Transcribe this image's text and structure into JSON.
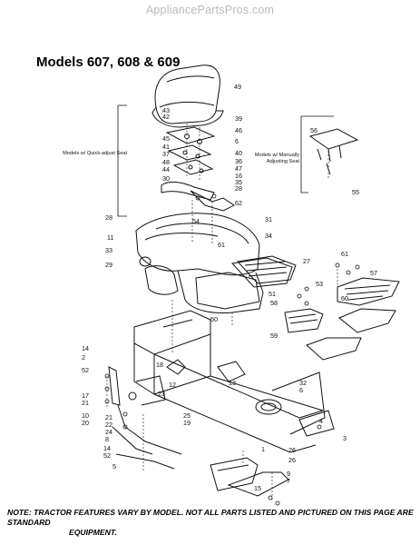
{
  "watermark": "AppliancePartsPros.com",
  "title": "Models 607, 608 & 609",
  "callouts": {
    "quick_adjust": "Models w/ Quick-adjust Seat",
    "manual_adjust_1": "Models w/ Manually",
    "manual_adjust_2": "Adjusting Seat"
  },
  "part_numbers": [
    "49",
    "43",
    "42",
    "39",
    "46",
    "6",
    "45",
    "41",
    "37",
    "48",
    "44",
    "40",
    "36",
    "47",
    "16",
    "35",
    "28",
    "30",
    "62",
    "55",
    "56",
    "28",
    "11",
    "33",
    "29",
    "31",
    "34",
    "61",
    "27",
    "57",
    "61",
    "53",
    "51",
    "60",
    "58",
    "59",
    "50",
    "14",
    "2",
    "52",
    "17",
    "21",
    "10",
    "20",
    "21",
    "22",
    "24",
    "8",
    "14",
    "52",
    "5",
    "18",
    "23",
    "25",
    "19",
    "32",
    "6",
    "4",
    "3",
    "1",
    "26",
    "15",
    "9",
    "7",
    "54",
    "12",
    "13",
    "26"
  ],
  "note_line1": "NOTE: TRACTOR FEATURES VARY BY MODEL. NOT ALL PARTS LISTED AND PICTURED ON THIS PAGE ARE STANDARD",
  "note_line2": "EQUIPMENT."
}
